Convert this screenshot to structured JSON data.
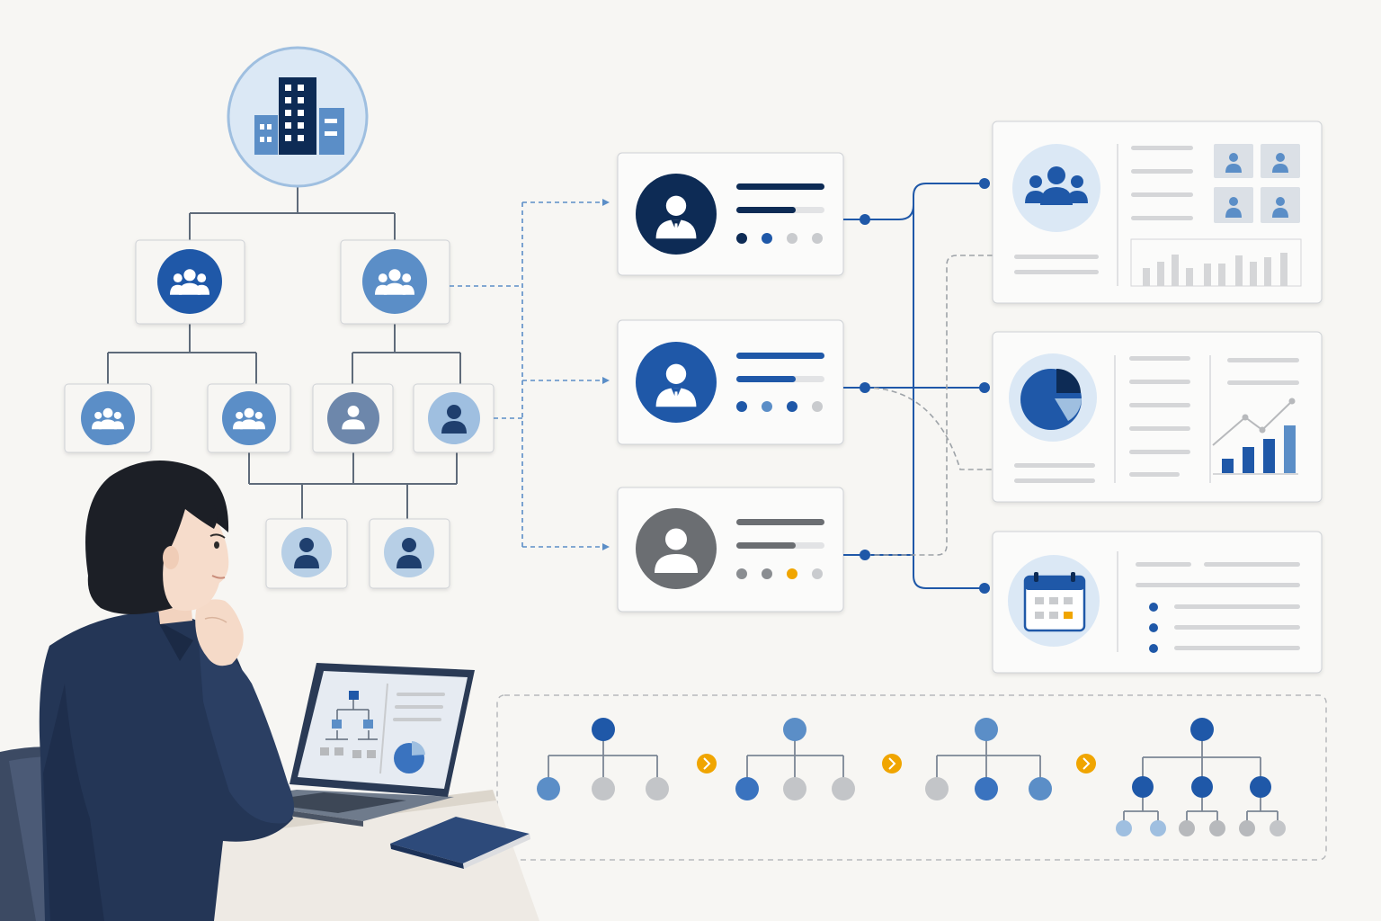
{
  "colors": {
    "background": "#f7f6f3",
    "navy": "#0d2b55",
    "primary": "#1f58a8",
    "mid_blue": "#5b8ec7",
    "light_blue": "#9fbfe0",
    "pale_blue": "#dbe8f5",
    "gray": "#6b6e72",
    "light_gray": "#c9cbce",
    "line_gray": "#d5d6d8",
    "accent": "#f0a500",
    "card_border": "#cfd2d6"
  },
  "org_chart": {
    "root": {
      "icon": "building-icon"
    },
    "level1": [
      {
        "icon": "team-icon",
        "tone": "primary"
      },
      {
        "icon": "team-icon",
        "tone": "mid_blue"
      }
    ],
    "level2": [
      {
        "icon": "team-icon",
        "tone": "mid_blue"
      },
      {
        "icon": "team-icon",
        "tone": "mid_blue"
      },
      {
        "icon": "person-icon",
        "tone": "gray"
      },
      {
        "icon": "person-icon",
        "tone": "light_blue"
      }
    ],
    "level3": [
      {
        "icon": "person-icon",
        "tone": "light_blue"
      },
      {
        "icon": "person-icon",
        "tone": "light_blue"
      }
    ]
  },
  "profile_cards": [
    {
      "icon": "person-icon",
      "tone": "navy",
      "dots": [
        "navy",
        "primary",
        "light_gray",
        "light_gray"
      ]
    },
    {
      "icon": "person-icon",
      "tone": "primary",
      "dots": [
        "primary",
        "mid_blue",
        "primary",
        "light_gray"
      ]
    },
    {
      "icon": "person-icon",
      "tone": "gray",
      "dots": [
        "gray",
        "light_gray",
        "accent",
        "light_gray"
      ]
    }
  ],
  "detail_panels": [
    {
      "icon": "team-icon",
      "widget": "member-grid-and-bars"
    },
    {
      "icon": "pie-chart-icon",
      "widget": "trend-bar-chart"
    },
    {
      "icon": "calendar-icon",
      "widget": "bullet-list"
    }
  ],
  "evolution_stages": [
    {
      "icon": "hierarchy-icon",
      "children": 3,
      "grandchildren": 0
    },
    {
      "icon": "hierarchy-icon",
      "children": 3,
      "grandchildren": 0
    },
    {
      "icon": "hierarchy-icon",
      "children": 3,
      "grandchildren": 0
    },
    {
      "icon": "hierarchy-icon",
      "children": 3,
      "grandchildren": 6
    }
  ],
  "illustration": {
    "subject": "person-at-laptop",
    "laptop_screen": [
      "org-chart-icon",
      "pie-chart-icon"
    ]
  }
}
